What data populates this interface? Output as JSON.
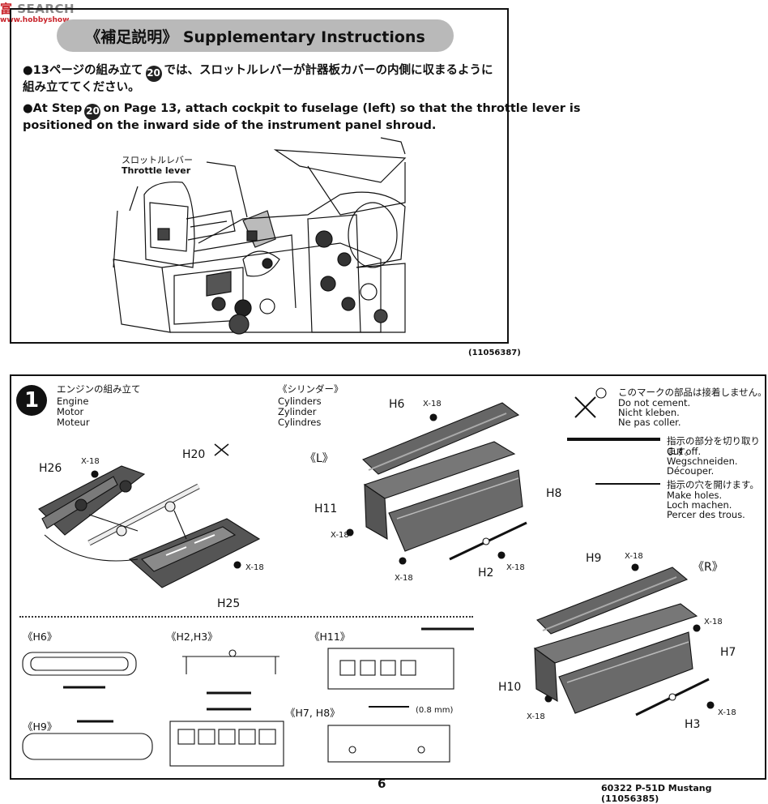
{
  "watermark": {
    "brand_a": "富",
    "brand_b": "SEARCH",
    "url": "www.hobbyshow"
  },
  "supplementary": {
    "title": "《補足説明》 Supplementary Instructions",
    "jp_line1": "●13ページの組み立て",
    "jp_line1_tail": "では、スロットルレバーが計器板カバーの内側に収まるように",
    "jp_line2": "組み立ててください。",
    "en_line1_head": "●At Step",
    "en_line1_tail": "on Page 13, attach cockpit to fuselage (left) so that the throttle lever is",
    "en_line2": "positioned on the inward side of the instrument panel shroud.",
    "step_ref": "20",
    "callout_jp": "スロットルレバー",
    "callout_en": "Throttle lever",
    "part_code": "(11056387)"
  },
  "step1": {
    "number": "1",
    "title_jp": "エンジンの組み立て",
    "title_en": "Engine",
    "title_de": "Motor",
    "title_fr": "Moteur",
    "cyl_jp": "《シリンダー》",
    "cyl_en": "Cylinders",
    "cyl_de": "Zylinder",
    "cyl_fr": "Cylindres",
    "side_l": "《L》",
    "side_r": "《R》",
    "parts": {
      "h26": "H26",
      "h20": "H20",
      "h25": "H25",
      "h6": "H6",
      "h8": "H8",
      "h11": "H11",
      "h2": "H2",
      "h9": "H9",
      "h7": "H7",
      "h10": "H10",
      "h3": "H3"
    },
    "screw": "X-18",
    "details": {
      "h6": "《H6》",
      "h2h3": "《H2,H3》",
      "h11": "《H11》",
      "h9": "《H9》",
      "h7h8": "《H7, H8》",
      "drill": "(0.8 mm)"
    }
  },
  "legend": {
    "nocement_jp": "このマークの部品は接着しません。",
    "nocement_en": "Do not cement.",
    "nocement_de": "Nicht kleben.",
    "nocement_fr": "Ne pas coller.",
    "cutoff_jp": "指示の部分を切り取ります。",
    "cutoff_en": "Cut off.",
    "cutoff_de": "Wegschneiden.",
    "cutoff_fr": "Découper.",
    "holes_jp": "指示の穴を開けます。",
    "holes_en": "Make holes.",
    "holes_de": "Loch machen.",
    "holes_fr": "Percer des trous."
  },
  "footer": {
    "page": "6",
    "product": "60322  P-51D Mustang (11056385)"
  }
}
